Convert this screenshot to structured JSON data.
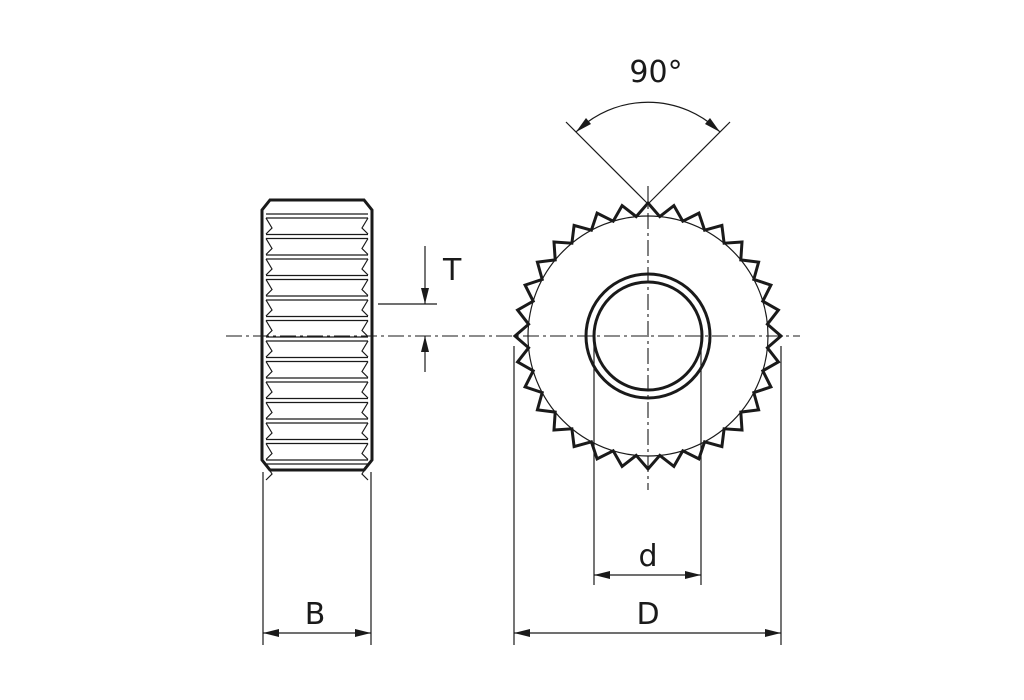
{
  "labels": {
    "angle": "90°",
    "tooth_depth": "T",
    "bore": "d",
    "width": "B",
    "outer_diameter": "D"
  }
}
